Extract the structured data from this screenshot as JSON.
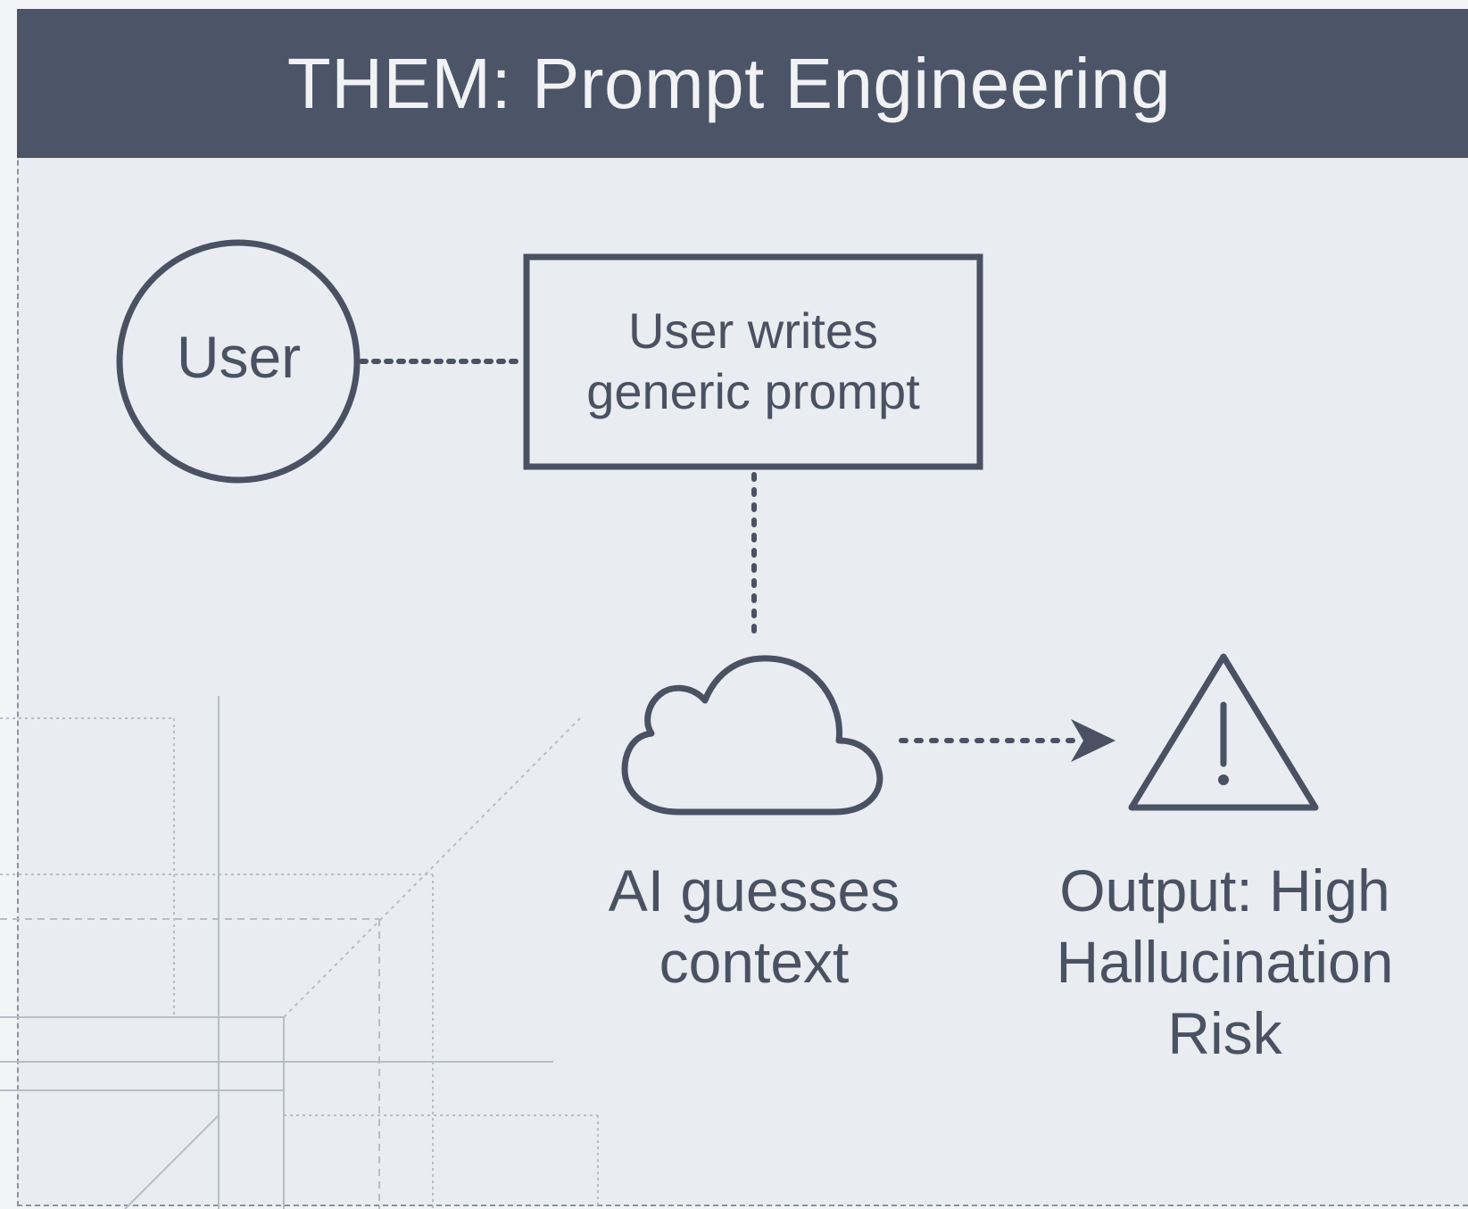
{
  "header": {
    "title": "THEM: Prompt Engineering"
  },
  "nodes": {
    "user": {
      "label": "User"
    },
    "prompt": {
      "line1": "User writes",
      "line2": "generic prompt"
    },
    "ai": {
      "line1": "AI guesses",
      "line2": "context"
    },
    "output": {
      "line1": "Output: High",
      "line2": "Hallucination",
      "line3": "Risk"
    }
  },
  "colors": {
    "header_bg": "#4c5568",
    "panel_bg": "#e9ecf0",
    "stroke": "#4a5162",
    "background_lines": "#b8bdc6"
  },
  "icons": [
    "cloud-icon",
    "warning-triangle-icon"
  ]
}
